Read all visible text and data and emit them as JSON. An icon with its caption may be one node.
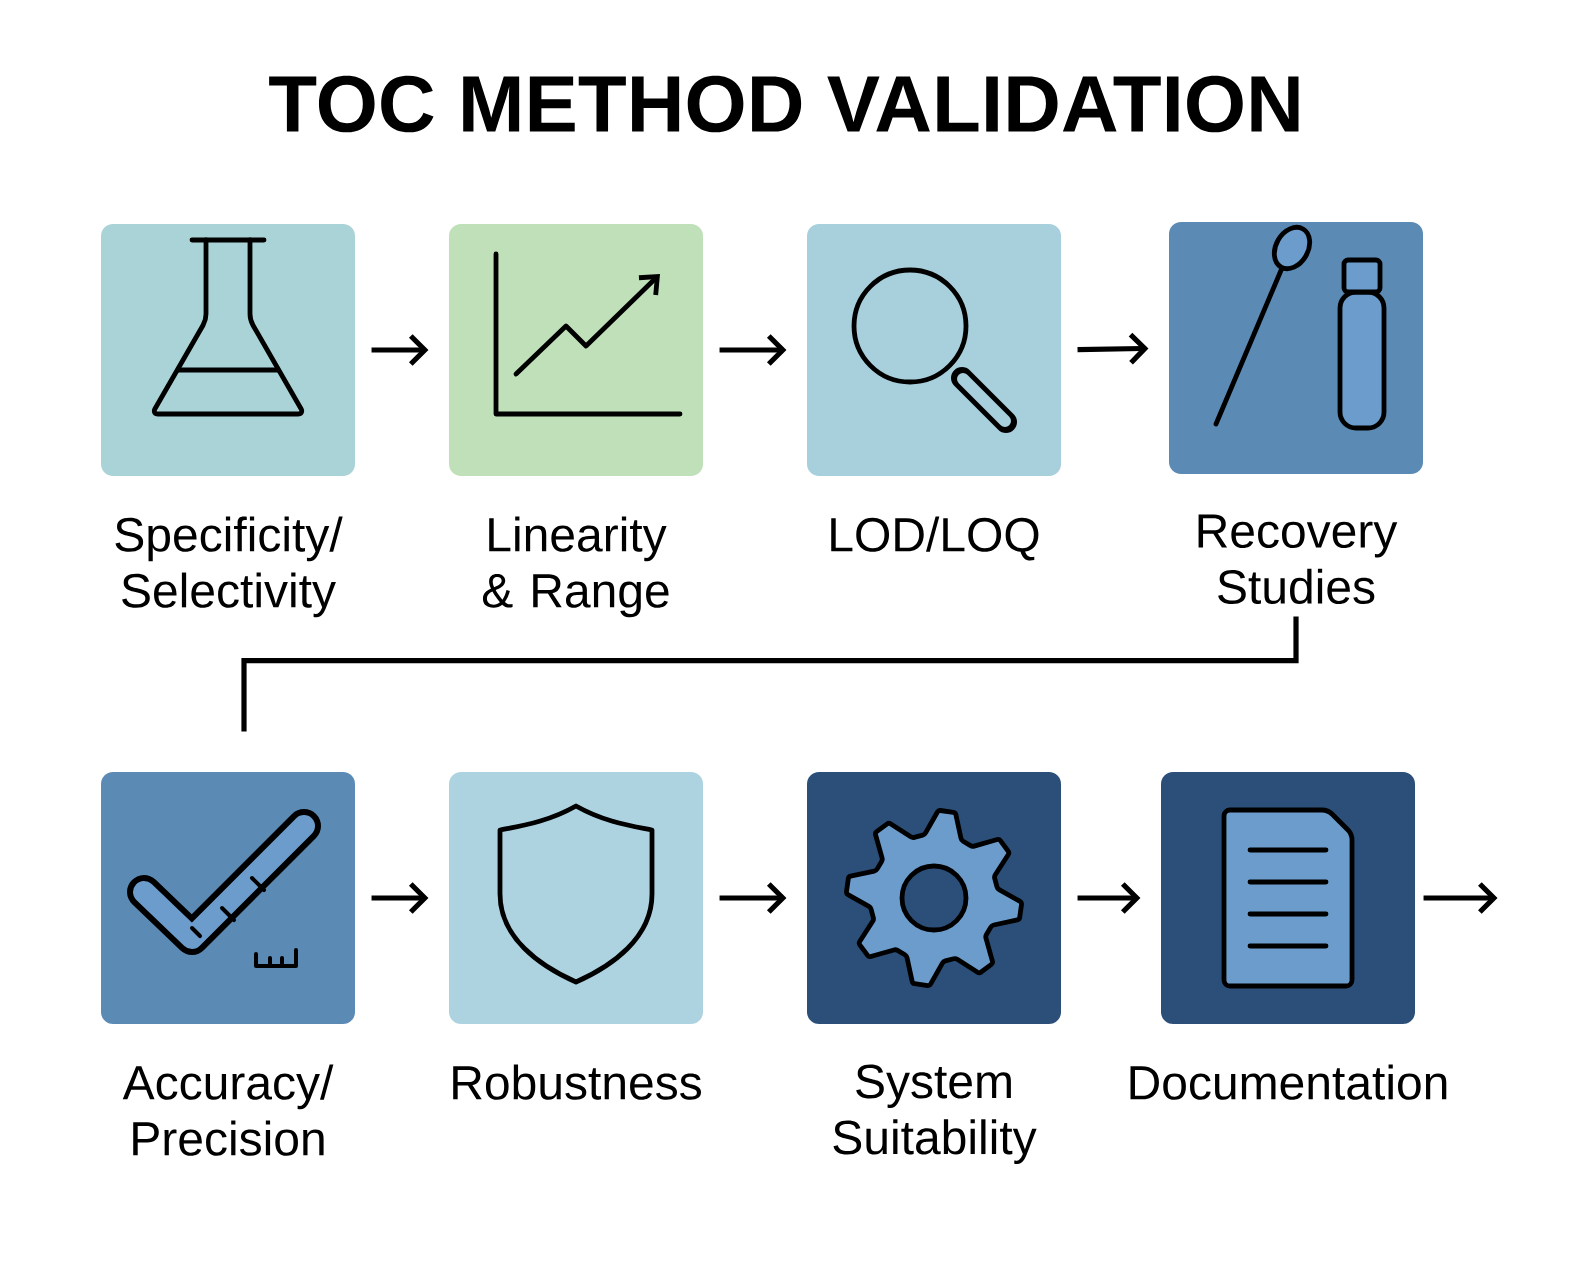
{
  "diagram": {
    "title": "TOC METHOD VALIDATION",
    "nodes": [
      {
        "text": [
          "Specificity/ Selectivity"
        ]
      },
      {
        "text": [
          "Linearity & Range"
        ]
      },
      {
        "text": [
          "LOD/LOQ"
        ]
      },
      {
        "text": [
          "Recovery Studies"
        ]
      },
      {
        "text": [
          "Accuracy/ Precision"
        ]
      },
      {
        "text": [
          "Robustness"
        ]
      },
      {
        "text": [
          "System Suitability"
        ]
      },
      {
        "text": [
          "Documentation"
        ]
      }
    ],
    "edges": [
      {
        "from": 0,
        "to": 1,
        "arrow": "to"
      },
      {
        "from": 1,
        "to": 2,
        "arrow": "to"
      },
      {
        "from": 2,
        "to": 3,
        "arrow": "to"
      },
      {
        "from": 3,
        "to": 4,
        "arrow": "none"
      },
      {
        "from": 4,
        "to": 5,
        "arrow": "to"
      },
      {
        "from": 5,
        "to": 6,
        "arrow": "to"
      },
      {
        "from": 6,
        "to": 7,
        "arrow": "to"
      },
      {
        "from": 7,
        "to": null,
        "arrow": "to"
      }
    ]
  }
}
